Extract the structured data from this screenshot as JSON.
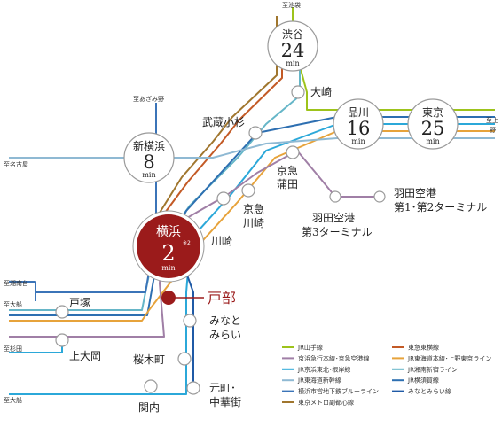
{
  "directions": {
    "ikebukuro": "至池袋",
    "azamino": "至あざみ野",
    "nagoya": "至名古屋",
    "ueno1": "至上",
    "ueno2": "野",
    "shonandai": "至湘南台",
    "ofuna1": "至大船",
    "sugita": "至杉田",
    "ofuna2": "至大船"
  },
  "hubs": {
    "shibuya": {
      "name": "渋谷",
      "time": "24",
      "unit": "min"
    },
    "shin_yokohama": {
      "name": "新横浜",
      "time": "8",
      "unit": "min"
    },
    "shinagawa": {
      "name": "品川",
      "time": "16",
      "unit": "min"
    },
    "tokyo": {
      "name": "東京",
      "time": "25",
      "unit": "min"
    },
    "yokohama": {
      "name": "横浜",
      "time": "2",
      "unit": "min",
      "note": "※2"
    }
  },
  "stations": {
    "osaki": "大崎",
    "musashikosugi": "武蔵小杉",
    "keikyu_kamata_1": "京急",
    "keikyu_kamata_2": "蒲田",
    "haneda_12_1": "羽田空港",
    "haneda_12_2": "第1･第2ターミナル",
    "haneda_3_1": "羽田空港",
    "haneda_3_2": "第3ターミナル",
    "keikyu_kawasaki_1": "京急",
    "keikyu_kawasaki_2": "川崎",
    "kawasaki": "川崎",
    "totsuka": "戸塚",
    "kamiooka": "上大岡",
    "sakuragicho": "桜木町",
    "kannai": "関内",
    "minatomirai_1": "みなと",
    "minatomirai_2": "みらい",
    "motomachi_1": "元町･",
    "motomachi_2": "中華街"
  },
  "home": "戸部",
  "colors": {
    "yamanote": "#9dc31b",
    "keikyu": "#a07fa6",
    "keihin_tohoku": "#2ba8d9",
    "tokaido": "#e1a36b",
    "blue_line": "#3b74b8",
    "fukutoshin": "#a0762e",
    "toyoko": "#c35a26",
    "ueno_tokyo": "#e7a33b",
    "shonan_shinjuku": "#66b6c8",
    "yokosuka": "#2d6fb1",
    "minatomirai": "#1f5aa6",
    "home": "#9b1b1b"
  },
  "legend": [
    {
      "label": "JR山手線",
      "color": "#9dc31b"
    },
    {
      "label": "東急東横線",
      "color": "#c35a26"
    },
    {
      "label": "京浜急行本線･京急空港線",
      "color": "#a07fa6"
    },
    {
      "label": "JR東海道本線･上野東京ライン",
      "color": "#e7a33b"
    },
    {
      "label": "JR京浜東北･根岸線",
      "color": "#2ba8d9"
    },
    {
      "label": "JR湘南新宿ライン",
      "color": "#66b6c8"
    },
    {
      "label": "JR東海道新幹線",
      "color": "#8fb9d3"
    },
    {
      "label": "JR横須賀線",
      "color": "#2d6fb1"
    },
    {
      "label": "横浜市営地下鉄ブルーライン",
      "color": "#3b74b8"
    },
    {
      "label": "みなとみらい線",
      "color": "#1f5aa6"
    },
    {
      "label": "東京メトロ副都心線",
      "color": "#a0762e"
    }
  ]
}
